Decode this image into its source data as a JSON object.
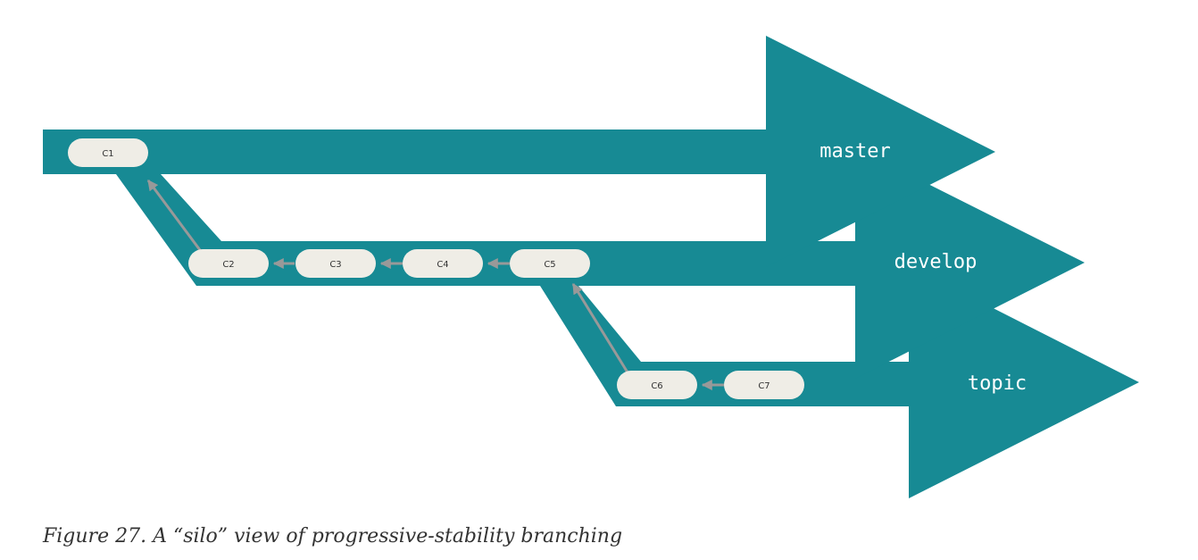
{
  "diagram": {
    "colors": {
      "branch": "#178a94",
      "commit_fill": "#efede6",
      "parent_arrow": "#999999",
      "label": "#ffffff"
    },
    "branches": {
      "master": "master",
      "develop": "develop",
      "topic": "topic"
    },
    "commits": {
      "c1": "C1",
      "c2": "C2",
      "c3": "C3",
      "c4": "C4",
      "c5": "C5",
      "c6": "C6",
      "c7": "C7"
    },
    "parent_links": [
      [
        "C7",
        "C6"
      ],
      [
        "C6",
        "C5"
      ],
      [
        "C5",
        "C4"
      ],
      [
        "C4",
        "C3"
      ],
      [
        "C3",
        "C2"
      ],
      [
        "C2",
        "C1"
      ]
    ]
  },
  "caption": "Figure 27. A “silo” view of progressive-stability branching"
}
